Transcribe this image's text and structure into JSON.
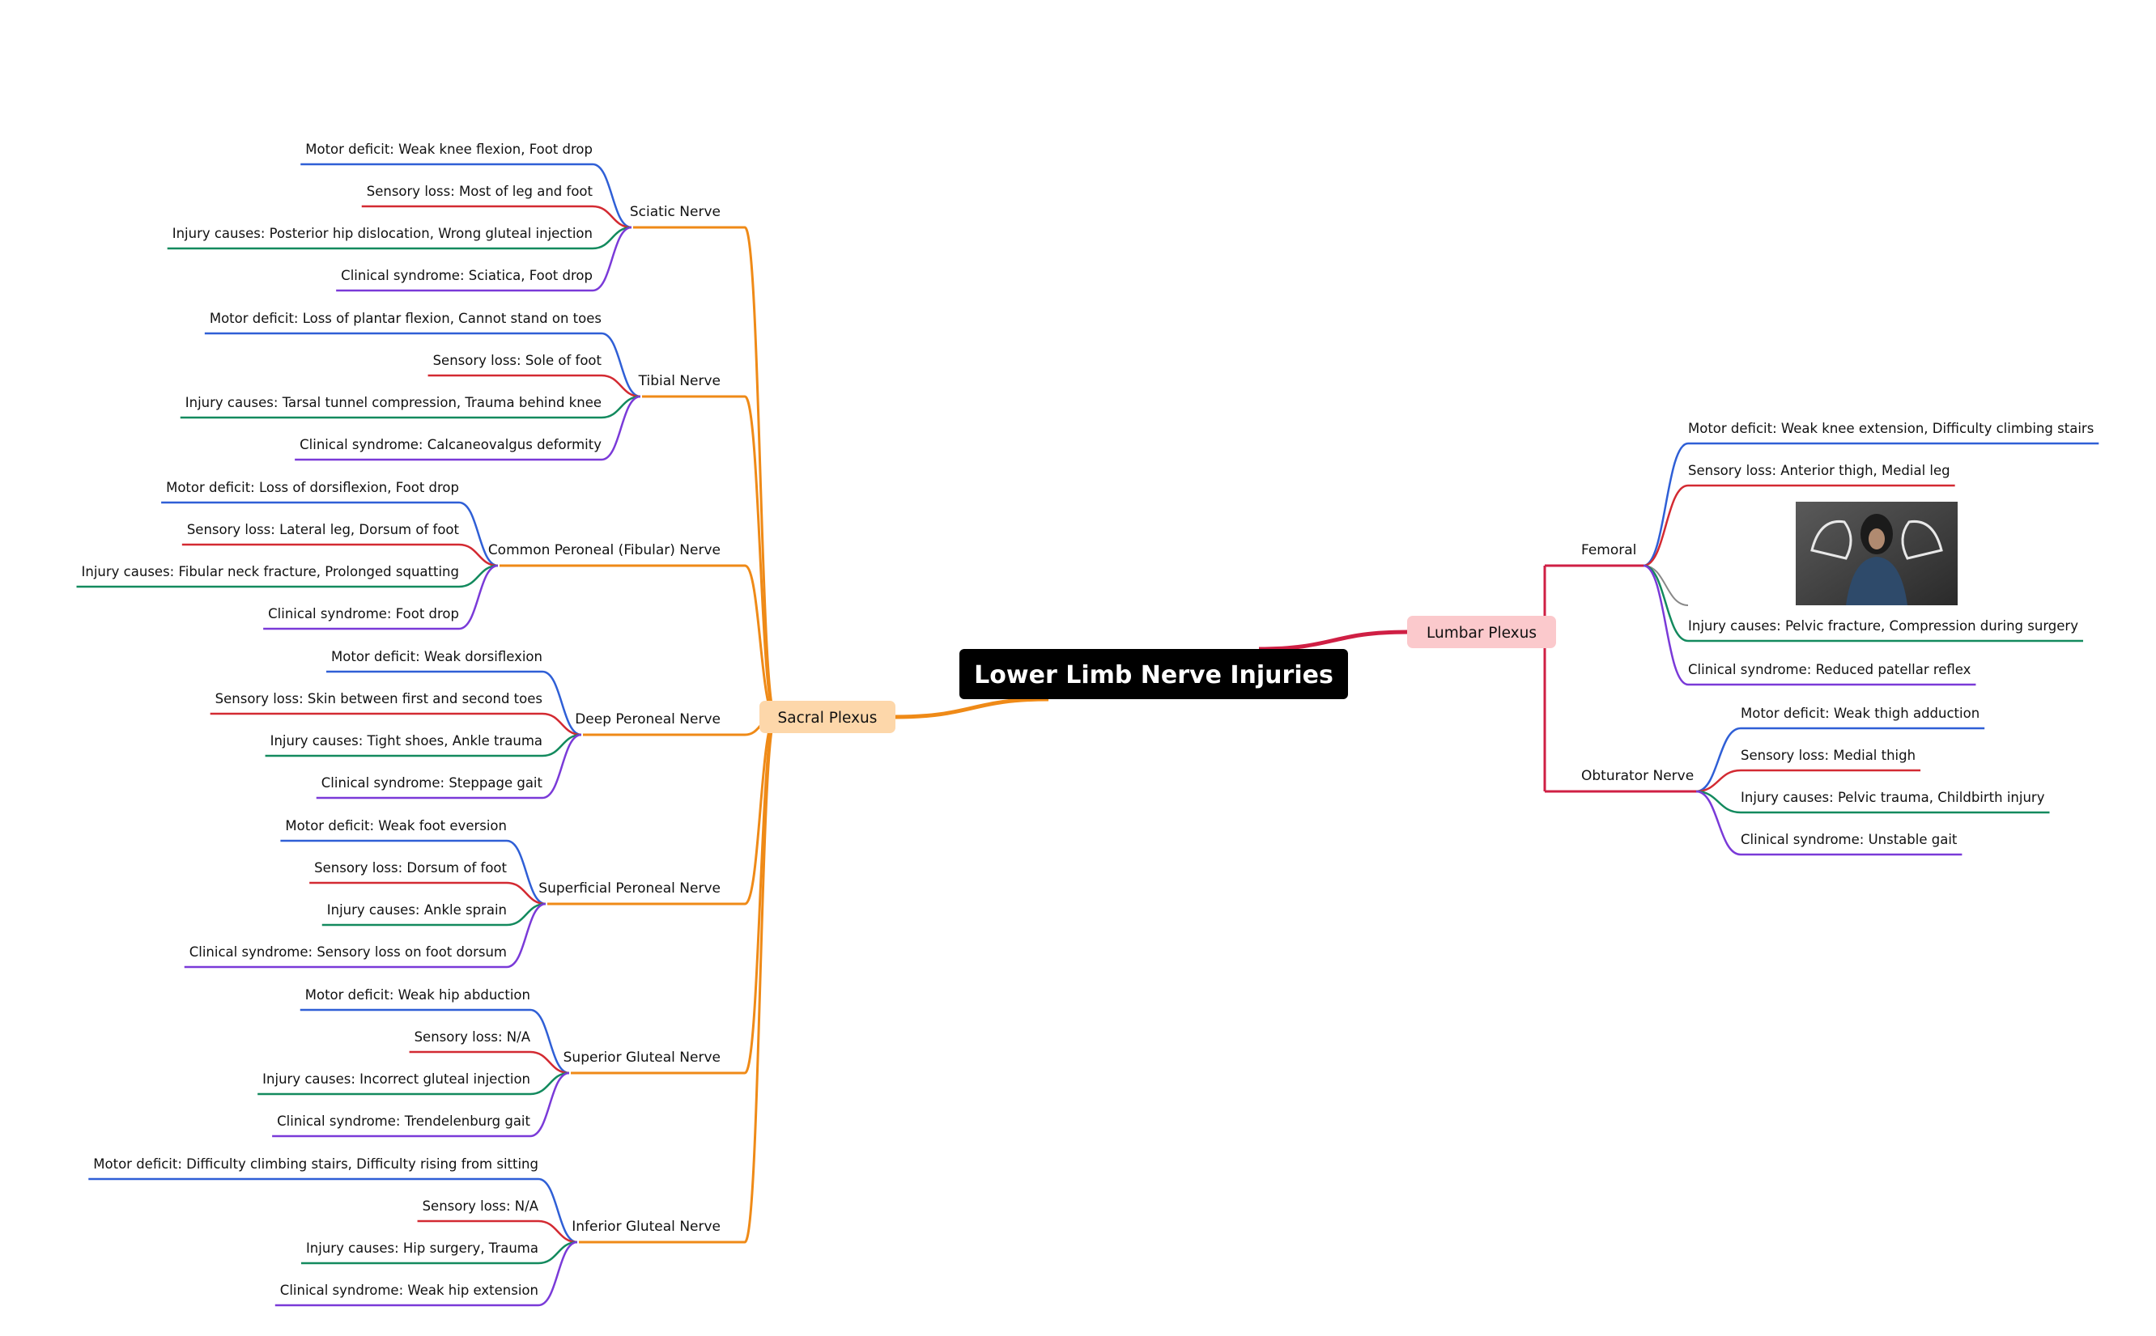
{
  "center": {
    "label": "Lower Limb Nerve Injuries"
  },
  "colors": {
    "center_bg": "#000000",
    "sacral": "#ef8a17",
    "sacral_bg": "#fdd7aa",
    "lumbar": "#cf1f44",
    "lumbar_bg": "#fbc9cc",
    "motor": "#2f5fd6",
    "sensory": "#d32a32",
    "injury": "#138a5e",
    "clinical": "#7a3ad8"
  },
  "plexuses": [
    {
      "label": "Sacral Plexus",
      "nerves": [
        {
          "label": "Sciatic Nerve",
          "leaves": [
            {
              "kind": "motor",
              "text": "Motor deficit: Weak knee flexion, Foot drop"
            },
            {
              "kind": "sensory",
              "text": "Sensory loss: Most of leg and foot"
            },
            {
              "kind": "injury",
              "text": "Injury causes: Posterior hip dislocation, Wrong gluteal injection"
            },
            {
              "kind": "clinical",
              "text": "Clinical syndrome: Sciatica, Foot drop"
            }
          ]
        },
        {
          "label": "Tibial Nerve",
          "leaves": [
            {
              "kind": "motor",
              "text": "Motor deficit: Loss of plantar flexion, Cannot stand on toes"
            },
            {
              "kind": "sensory",
              "text": "Sensory loss: Sole of foot"
            },
            {
              "kind": "injury",
              "text": "Injury causes: Tarsal tunnel compression, Trauma behind knee"
            },
            {
              "kind": "clinical",
              "text": "Clinical syndrome: Calcaneovalgus deformity"
            }
          ]
        },
        {
          "label": "Common Peroneal (Fibular) Nerve",
          "leaves": [
            {
              "kind": "motor",
              "text": "Motor deficit: Loss of dorsiflexion, Foot drop"
            },
            {
              "kind": "sensory",
              "text": "Sensory loss: Lateral leg, Dorsum of foot"
            },
            {
              "kind": "injury",
              "text": "Injury causes: Fibular neck fracture, Prolonged squatting"
            },
            {
              "kind": "clinical",
              "text": "Clinical syndrome: Foot drop"
            }
          ]
        },
        {
          "label": "Deep Peroneal Nerve",
          "leaves": [
            {
              "kind": "motor",
              "text": "Motor deficit: Weak dorsiflexion"
            },
            {
              "kind": "sensory",
              "text": "Sensory loss: Skin between first and second toes"
            },
            {
              "kind": "injury",
              "text": "Injury causes: Tight shoes, Ankle trauma"
            },
            {
              "kind": "clinical",
              "text": "Clinical syndrome: Steppage gait"
            }
          ]
        },
        {
          "label": "Superficial Peroneal Nerve",
          "leaves": [
            {
              "kind": "motor",
              "text": "Motor deficit: Weak foot eversion"
            },
            {
              "kind": "sensory",
              "text": "Sensory loss: Dorsum of foot"
            },
            {
              "kind": "injury",
              "text": "Injury causes: Ankle sprain"
            },
            {
              "kind": "clinical",
              "text": "Clinical syndrome: Sensory loss on foot dorsum"
            }
          ]
        },
        {
          "label": "Superior Gluteal Nerve",
          "leaves": [
            {
              "kind": "motor",
              "text": "Motor deficit: Weak hip abduction"
            },
            {
              "kind": "sensory",
              "text": "Sensory loss: N/A"
            },
            {
              "kind": "injury",
              "text": "Injury causes: Incorrect gluteal injection"
            },
            {
              "kind": "clinical",
              "text": "Clinical syndrome: Trendelenburg gait"
            }
          ]
        },
        {
          "label": "Inferior Gluteal Nerve",
          "leaves": [
            {
              "kind": "motor",
              "text": "Motor deficit: Difficulty climbing stairs, Difficulty rising from sitting"
            },
            {
              "kind": "sensory",
              "text": "Sensory loss: N/A"
            },
            {
              "kind": "injury",
              "text": "Injury causes: Hip surgery, Trauma"
            },
            {
              "kind": "clinical",
              "text": "Clinical syndrome: Weak hip extension"
            }
          ]
        }
      ]
    },
    {
      "label": "Lumbar Plexus",
      "nerves": [
        {
          "label": "Femoral",
          "leaves": [
            {
              "kind": "motor",
              "text": "Motor deficit: Weak knee extension, Difficulty climbing stairs"
            },
            {
              "kind": "sensory",
              "text": "Sensory loss: Anterior thigh, Medial leg"
            },
            {
              "kind": "image",
              "text": ""
            },
            {
              "kind": "injury",
              "text": "Injury causes: Pelvic fracture, Compression during surgery"
            },
            {
              "kind": "clinical",
              "text": "Clinical syndrome: Reduced patellar reflex"
            }
          ]
        },
        {
          "label": "Obturator Nerve",
          "leaves": [
            {
              "kind": "motor",
              "text": "Motor deficit: Weak thigh adduction"
            },
            {
              "kind": "sensory",
              "text": "Sensory loss: Medial thigh"
            },
            {
              "kind": "injury",
              "text": "Injury causes: Pelvic trauma, Childbirth injury"
            },
            {
              "kind": "clinical",
              "text": "Clinical syndrome: Unstable gait"
            }
          ]
        }
      ]
    }
  ]
}
